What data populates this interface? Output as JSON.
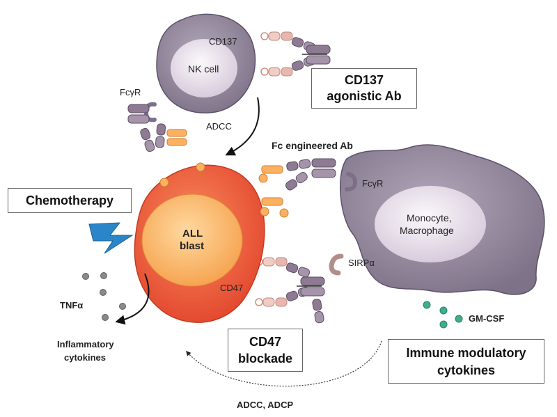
{
  "labels": {
    "cd137_top": "CD137",
    "nk_cell": "NK cell",
    "fcgr_left": "FcγR",
    "adcc": "ADCC",
    "fc_engineered": "Fc engineered Ab",
    "fcgr_right": "FcγR",
    "monocyte_line1": "Monocyte,",
    "monocyte_line2": "Macrophage",
    "all_line1": "ALL",
    "all_line2": "blast",
    "sirpa": "SIRPα",
    "cd47": "CD47",
    "tnfa": "TNFα",
    "inflammatory_line1": "Inflammatory",
    "inflammatory_line2": "cytokines",
    "gmcsf": "GM-CSF",
    "adcc_adcp": "ADCC, ADCP"
  },
  "boxes": {
    "cd137_ab": [
      "CD137",
      "agonistic Ab"
    ],
    "chemotherapy": "Chemotherapy",
    "cd47_blockade": [
      "CD47",
      "blockade"
    ],
    "immune_modulatory": [
      "Immune modulatory",
      "cytokines"
    ]
  },
  "colors": {
    "cell_purple": "#8f8399",
    "nucleus_light": "#e6dde9",
    "blast_outer": "#f05a3a",
    "blast_inner": "#fbb062",
    "antibody_purple": "#8e7a93",
    "antibody_pink": "#e8b8ae",
    "lightning_blue": "#2a86c8",
    "gmcsf_teal": "#3fae8f",
    "tnf_grey": "#8a8a8a"
  }
}
